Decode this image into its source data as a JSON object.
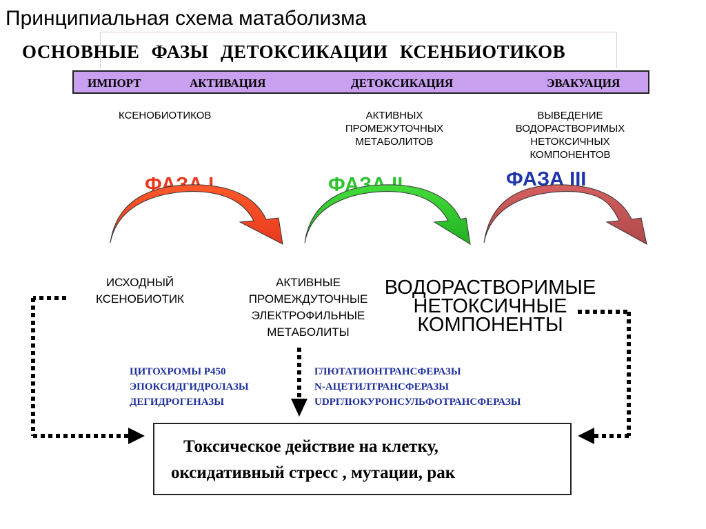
{
  "title": "Принципиальная схема матаболизма",
  "heading": "ОСНОВНЫЕ  ФАЗЫ  ДЕТОКСИКАЦИИ  КСЕНБИОТИКОВ",
  "bar": {
    "import": "ИМПОРТ",
    "activation": "АКТИВАЦИЯ",
    "detox": "ДЕТОКСИКАЦИЯ",
    "evacuation": "ЭВАКУАЦИЯ"
  },
  "sub": {
    "import": "КСЕНОБИОТИКОВ",
    "detox_1": "АКТИВНЫХ",
    "detox_2": "ПРОМЕЖУТОЧНЫХ",
    "detox_3": "МЕТАБОЛИТОВ",
    "evac_1": "ВЫВЕДЕНИЕ",
    "evac_2": "ВОДОРАСТВОРИМЫХ",
    "evac_3": "НЕТОКСИЧНЫХ",
    "evac_4": "КОМПОНЕНТОВ"
  },
  "phases": [
    {
      "label": "ФАЗА I",
      "color": "#e8391e"
    },
    {
      "label": "ФАЗА II",
      "color": "#2ec22e"
    },
    {
      "label": "ФАЗА III",
      "color": "#c05050"
    }
  ],
  "phase_label_colors": [
    "#e8391e",
    "#2ec22e",
    "#1f35a8"
  ],
  "nodes": {
    "source_1": "ИСХОДНЫЙ",
    "source_2": "КСЕНОБИОТИК",
    "active_1": "АКТИВНЫЕ",
    "active_2": "ПРОМЕЖДУТОЧНЫЕ",
    "active_3": "ЭЛЕКТРОФИЛЬНЫЕ",
    "active_4": "МЕТАБОЛИТЫ",
    "water_1": "ВОДОРАСТВОРИМЫЕ",
    "water_2": "НЕТОКСИЧНЫЕ",
    "water_3": "КОМПОНЕНТЫ"
  },
  "enzymes_phase1": [
    "ЦИТОХРОМЫ Р450",
    "ЭПОКСИДГИДРОЛАЗЫ",
    "ДЕГИДРОГЕНАЗЫ"
  ],
  "enzymes_phase2": [
    "ГЛЮТАТИОНТРАНСФЕРАЗЫ",
    "N-АЦЕТИЛТРАНСФЕРАЗЫ",
    "UDPГЛЮКУРОНСУЛЬФОТРАНСФЕРАЗЫ"
  ],
  "box": {
    "line1": "Токсическое действие на клетку,",
    "line2": "оксидативный стресс , мутации, рак"
  }
}
